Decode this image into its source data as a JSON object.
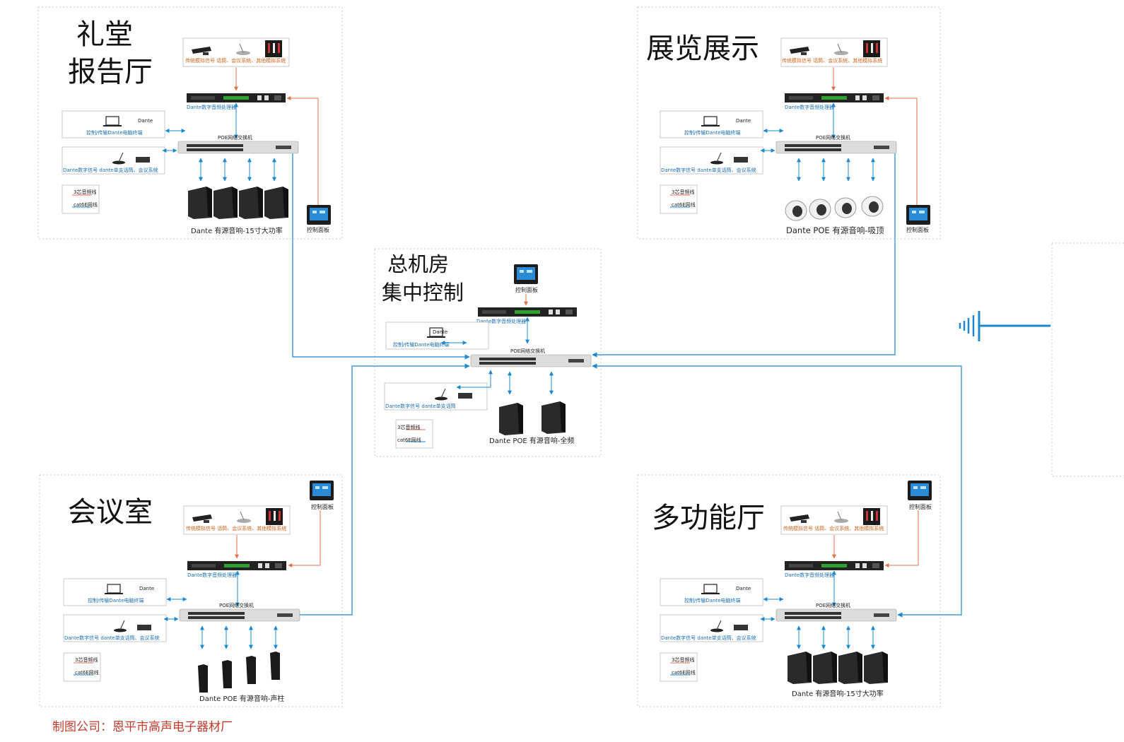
{
  "rooms": {
    "lt": {
      "title_1": "礼堂",
      "title_2": "报告厅",
      "source_caption": "传统模拟信号 话筒、会议系统、其他模拟系统",
      "processor_caption": "Dante数字音频处理器",
      "pc_caption": "控制/传输Dante电脑终端",
      "switch_caption": "POE网络交换机",
      "digital_caption": "Dante数字信号 dante单支话筒、会议系统",
      "legend_audio": "3芯音频线",
      "legend_cat6": "cat6E网线",
      "speaker_caption": "Dante 有源音响-15寸大功率",
      "panel_caption": "控制面板"
    },
    "rt": {
      "title": "展览展示",
      "source_caption": "传统模拟信号 话筒、会议系统、其他模拟系统",
      "processor_caption": "Dante数字音频处理器",
      "pc_caption": "控制/传输Dante电脑终端",
      "switch_caption": "POE网络交换机",
      "digital_caption": "Dante数字信号 dante单支话筒、会议系统",
      "legend_audio": "3芯音频线",
      "legend_cat6": "cat6E网线",
      "speaker_caption": "Dante POE 有源音响-吸顶",
      "panel_caption": "控制面板"
    },
    "center": {
      "title_1": "总机房",
      "title_2": "集中控制",
      "panel_caption": "控制面板",
      "processor_caption": "Dante数字音频处理器",
      "pc_caption": "控制/传输Dante电脑终端",
      "switch_caption": "POE网络交换机",
      "digital_caption": "Dante数字信号 dante单支话筒",
      "legend_audio": "3芯音频线",
      "legend_cat6": "cat6E网线",
      "speaker_caption": "Dante POE 有源音响-全频"
    },
    "lb": {
      "title": "会议室",
      "panel_caption": "控制面板",
      "source_caption": "传统模拟信号 话筒、会议系统、其他模拟系统",
      "processor_caption": "Dante数字音频处理器",
      "pc_caption": "控制/传输Dante电脑终端",
      "switch_caption": "POE网络交换机",
      "digital_caption": "Dante数字信号 dante单支话筒、会议系统",
      "legend_audio": "3芯音频线",
      "legend_cat6": "cat6E网线",
      "speaker_caption": "Dante POE 有源音响-声柱"
    },
    "rb": {
      "title": "多功能厅",
      "panel_caption": "控制面板",
      "source_caption": "传统模拟信号 话筒、会议系统、其他模拟系统",
      "processor_caption": "Dante数字音频处理器",
      "pc_caption": "控制/传输Dante电脑终端",
      "switch_caption": "POE网络交换机",
      "digital_caption": "Dante数字信号 dante单支话筒、会议系统",
      "legend_audio": "3芯音频线",
      "legend_cat6": "cat6E网线",
      "speaker_caption": "Dante 有源音响-15寸大功率"
    }
  },
  "brand": "Dante",
  "credit": "制图公司：恩平市高声电子器材厂",
  "colors": {
    "network_line": "#1b88d0",
    "audio_line": "#e0714a",
    "caption_orange": "#d3641a",
    "caption_blue": "#1b6fb5",
    "credit_red": "#c43a2a"
  }
}
